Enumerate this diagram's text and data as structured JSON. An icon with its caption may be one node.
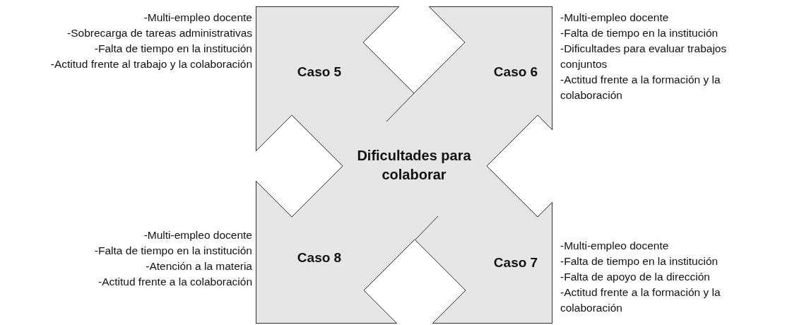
{
  "diagram": {
    "nodes": [
      {
        "text": [
          "Dificultades para colaborar"
        ]
      },
      {
        "text": [
          "Caso 5"
        ],
        "in": 0,
        "beside": [
          "-Multi-empleo docente",
          "-Sobrecarga de tareas administrativas",
          "-Falta de tiempo en la institución",
          "-Actitud frente al trabajo y la colaboración"
        ]
      },
      {
        "text": [
          "Caso 6"
        ],
        "in": 0,
        "beside": [
          "-Multi-empleo docente",
          "-Falta de tiempo en la institución",
          "-Dificultades para evaluar trabajos conjuntos",
          "-Actitud frente a la formación y la colaboración"
        ]
      },
      {
        "text": [
          "Caso 8"
        ],
        "in": 0,
        "beside": [
          "-Multi-empleo docente",
          "-Falta de tiempo en la institución",
          "-Atención a la materia",
          "-Actitud frente a la colaboración"
        ]
      },
      {
        "text": [
          "Caso 7"
        ],
        "in": 0,
        "beside": [
          "-Multi-empleo docente",
          "-Falta de tiempo en la institución",
          "-Falta de apoyo de la dirección",
          "-Actitud frente a la formación y la colaboración"
        ]
      }
    ]
  }
}
